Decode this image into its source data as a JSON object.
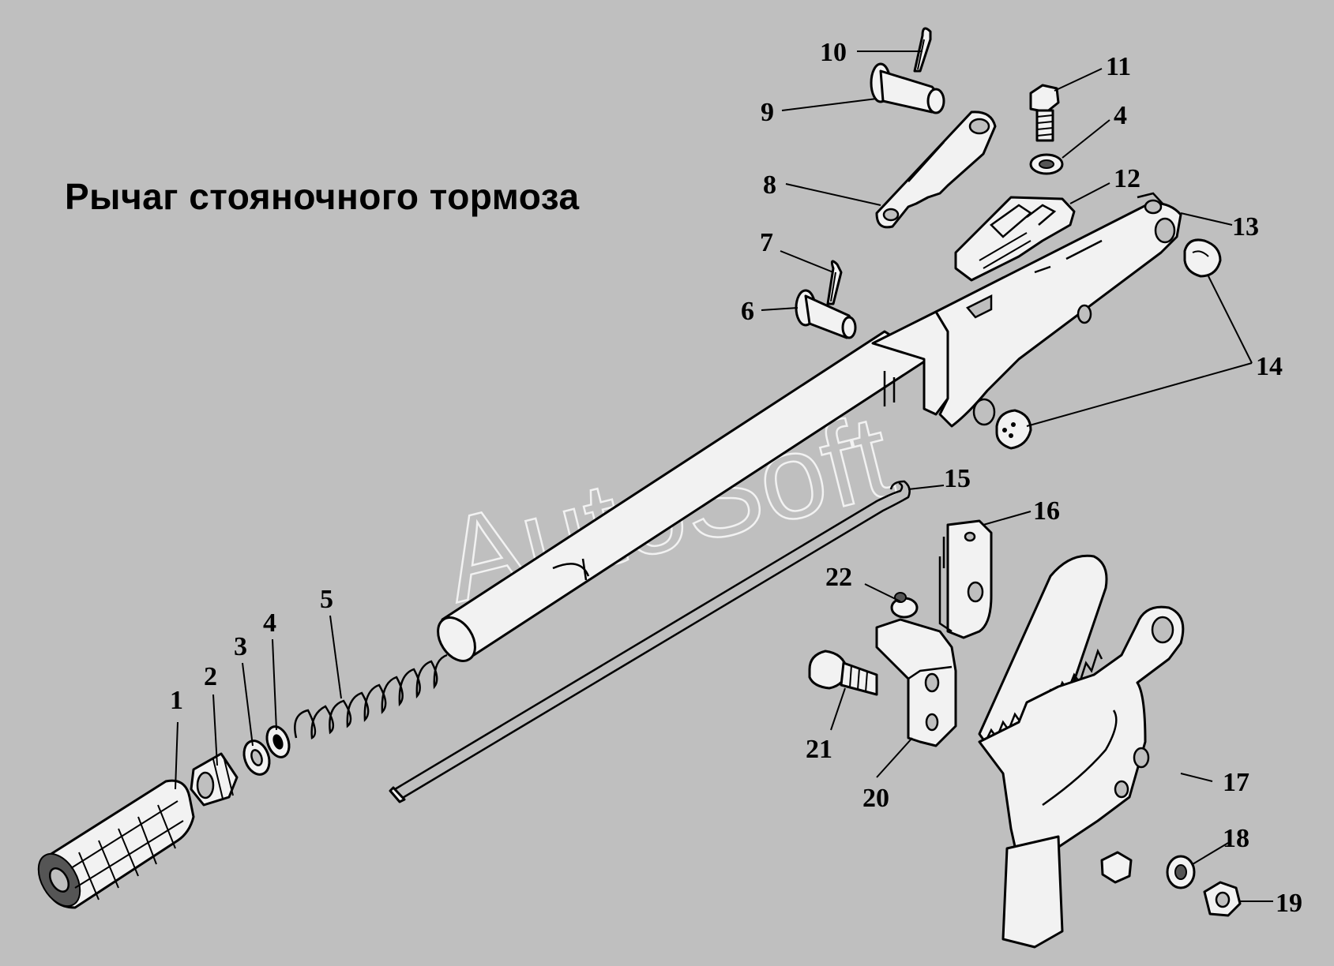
{
  "title": "Рычаг стояночного тормоза",
  "watermark": "AutoSoft",
  "colors": {
    "background": "#bfbfbf",
    "line": "#000000",
    "watermark": "#ffffff"
  },
  "callouts": [
    {
      "id": "1",
      "text": "1"
    },
    {
      "id": "2",
      "text": "2"
    },
    {
      "id": "3",
      "text": "3"
    },
    {
      "id": "4a",
      "text": "4"
    },
    {
      "id": "5",
      "text": "5"
    },
    {
      "id": "6",
      "text": "6"
    },
    {
      "id": "7",
      "text": "7"
    },
    {
      "id": "8",
      "text": "8"
    },
    {
      "id": "9",
      "text": "9"
    },
    {
      "id": "10",
      "text": "10"
    },
    {
      "id": "11",
      "text": "11"
    },
    {
      "id": "4b",
      "text": "4"
    },
    {
      "id": "12",
      "text": "12"
    },
    {
      "id": "13",
      "text": "13"
    },
    {
      "id": "14",
      "text": "14"
    },
    {
      "id": "15",
      "text": "15"
    },
    {
      "id": "16",
      "text": "16"
    },
    {
      "id": "17",
      "text": "17"
    },
    {
      "id": "18",
      "text": "18"
    },
    {
      "id": "19",
      "text": "19"
    },
    {
      "id": "20",
      "text": "20"
    },
    {
      "id": "21",
      "text": "21"
    },
    {
      "id": "22",
      "text": "22"
    }
  ]
}
